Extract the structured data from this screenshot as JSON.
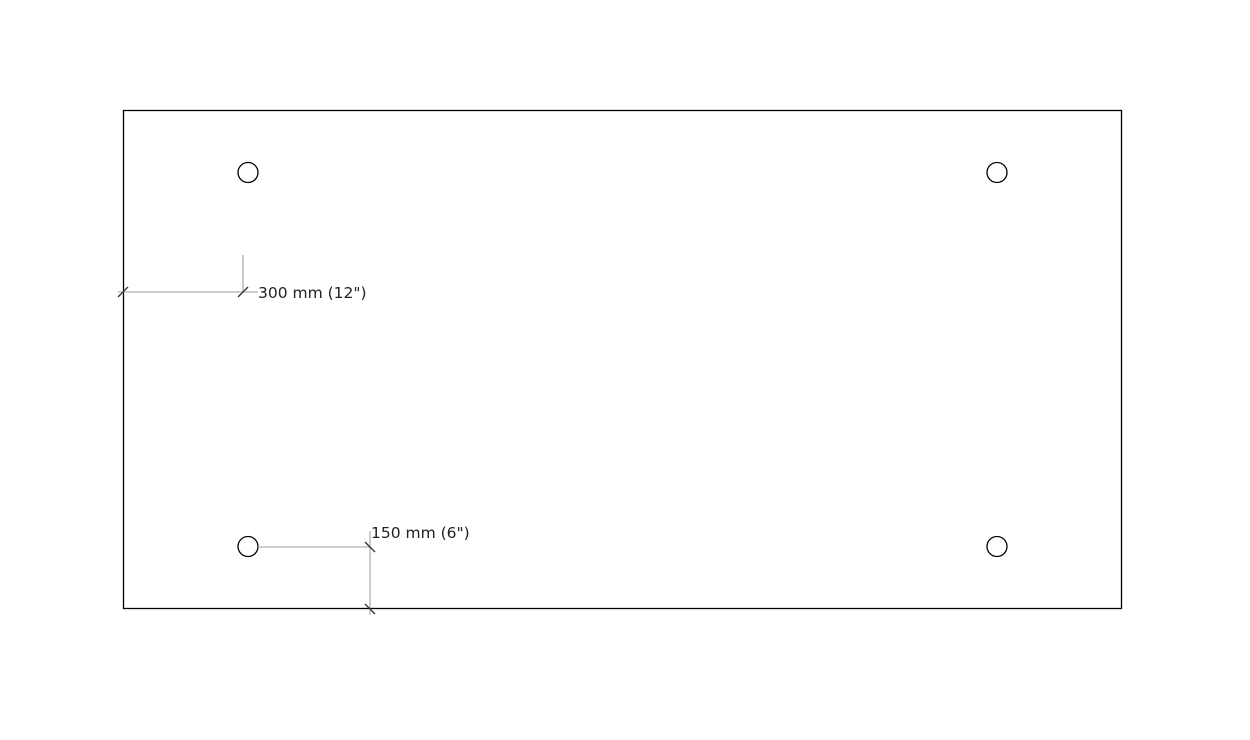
{
  "drawing": {
    "dimensions": [
      {
        "label": "300 mm (12\")",
        "direction": "horizontal"
      },
      {
        "label": "150 mm (6\")",
        "direction": "vertical"
      }
    ],
    "hole_count": 4,
    "colors": {
      "outline": "#000000",
      "dimension": "#b0b0b0",
      "text": "#222222"
    }
  }
}
